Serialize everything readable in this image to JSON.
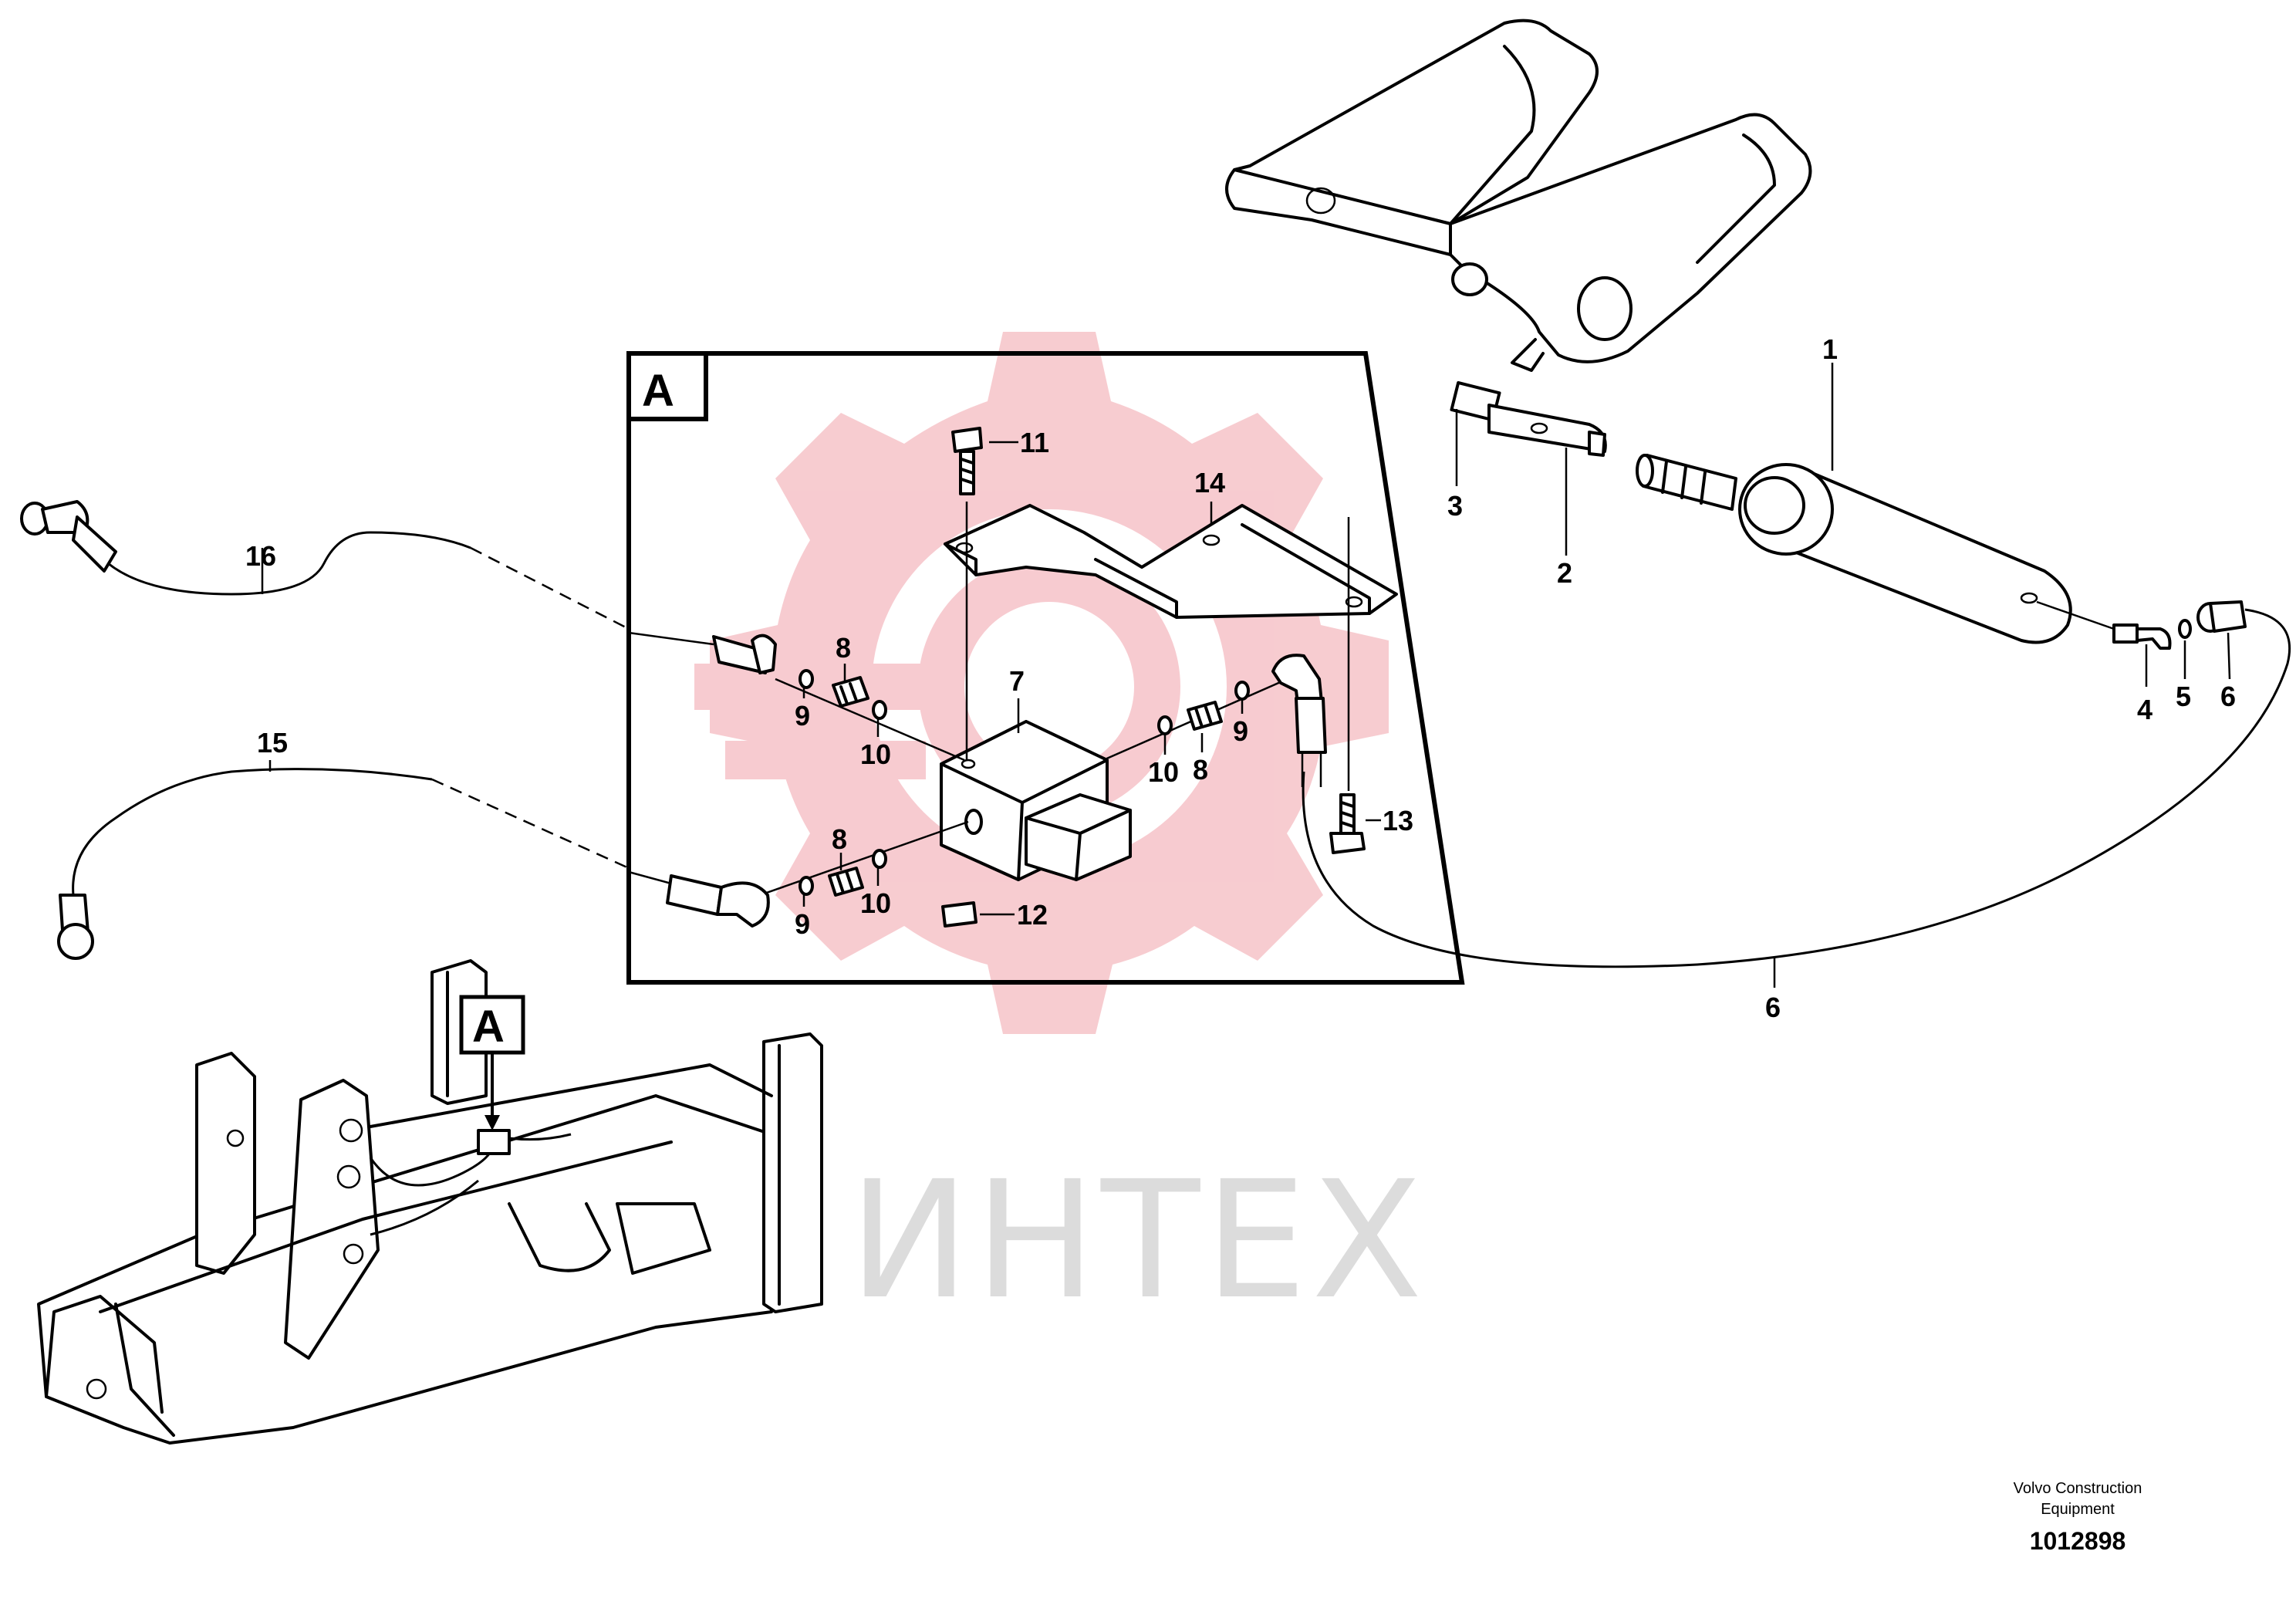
{
  "diagram": {
    "detail_label": "A",
    "frame_label": "A",
    "callouts": {
      "c1": "1",
      "c2": "2",
      "c3": "3",
      "c4": "4",
      "c5": "5",
      "c6a": "6",
      "c6b": "6",
      "c7": "7",
      "c8a": "8",
      "c8b": "8",
      "c8c": "8",
      "c9a": "9",
      "c9b": "9",
      "c9c": "9",
      "c10a": "10",
      "c10b": "10",
      "c10c": "10",
      "c11": "11",
      "c12": "12",
      "c13": "13",
      "c14": "14",
      "c15": "15",
      "c16": "16"
    },
    "watermark": "ИНТЕХ",
    "footer": {
      "company_line1": "Volvo Construction",
      "company_line2": "Equipment",
      "drawing_number": "1012898"
    }
  },
  "colors": {
    "line": "#000000",
    "watermark_gear": "#f7c9ce",
    "watermark_text": "#dcdcdc",
    "background": "#ffffff"
  }
}
